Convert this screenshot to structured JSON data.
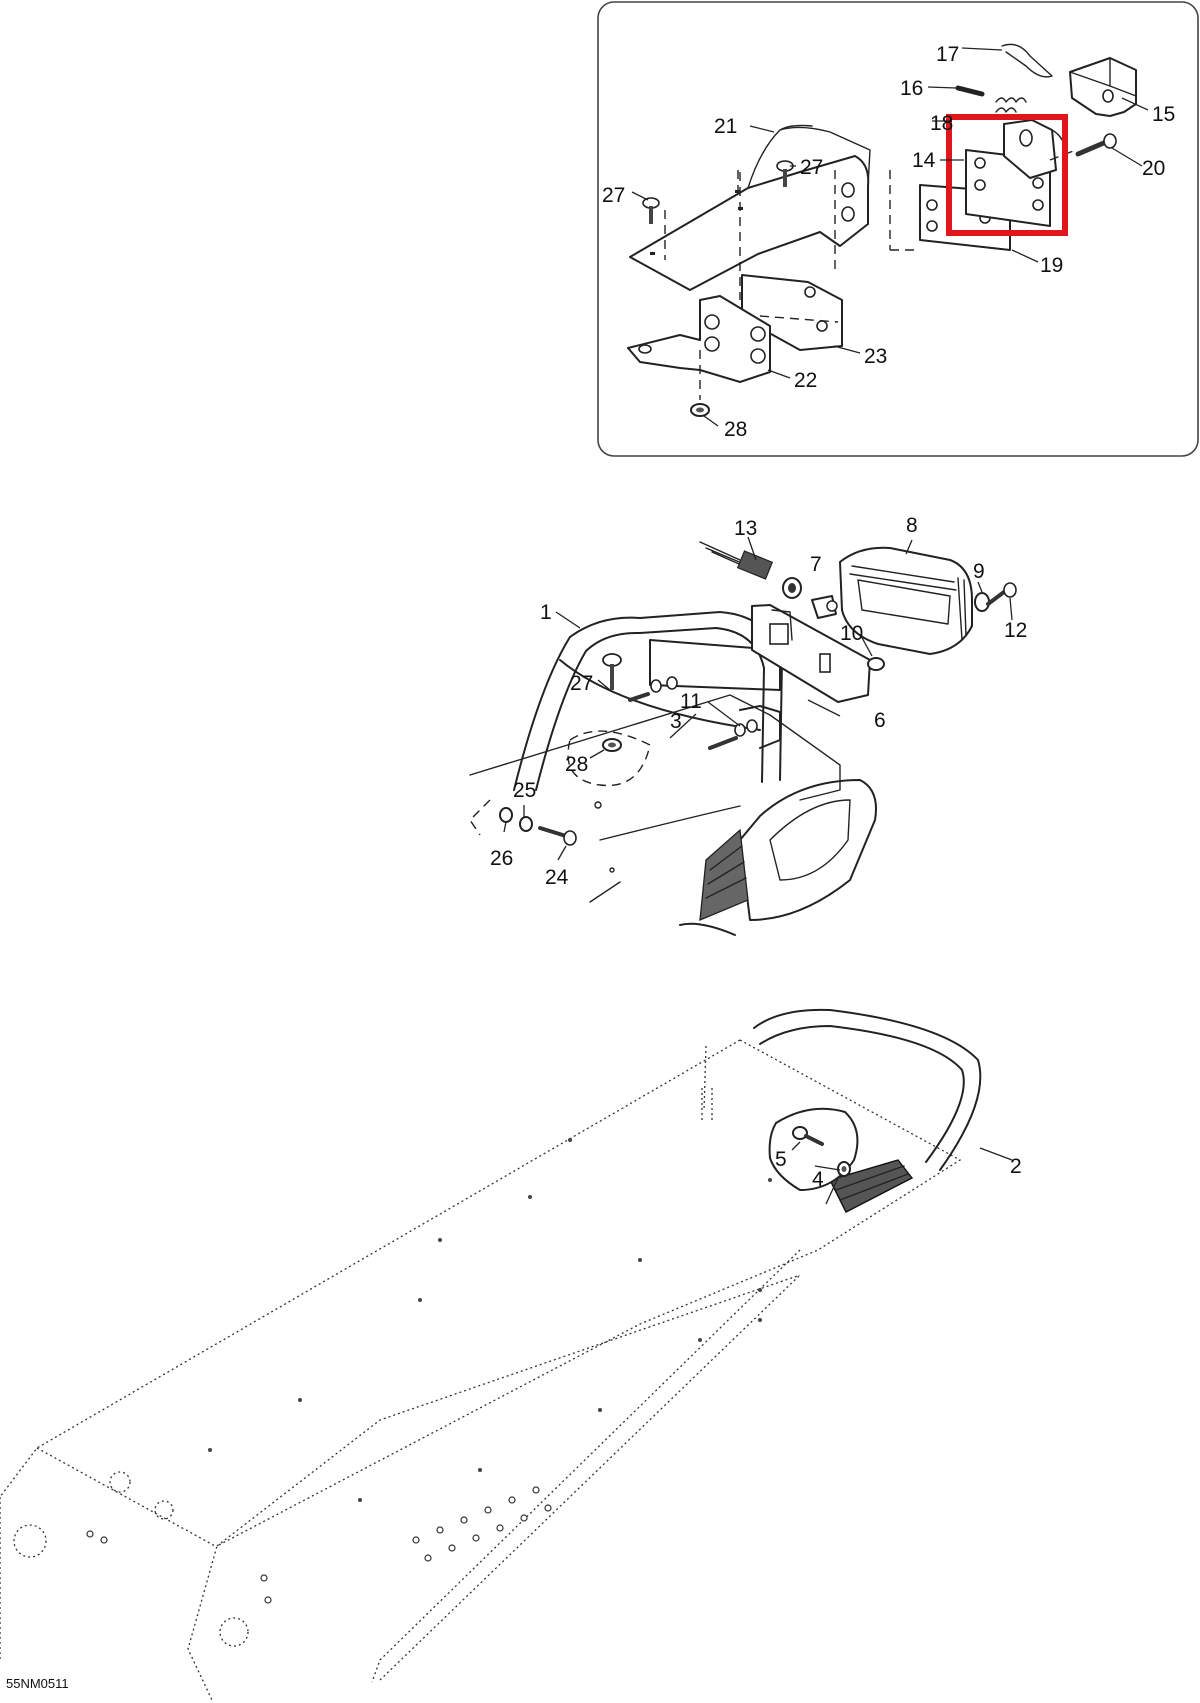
{
  "drawing_code": "55NM0511",
  "highlight_color": "#e0161b",
  "callouts": {
    "c1": "1",
    "c2": "2",
    "c3": "3",
    "c4": "4",
    "c5": "5",
    "c6": "6",
    "c7": "7",
    "c8": "8",
    "c9": "9",
    "c10": "10",
    "c11": "11",
    "c12": "12",
    "c13": "13",
    "c14": "14",
    "c15": "15",
    "c16": "16",
    "c17": "17",
    "c18": "18",
    "c19": "19",
    "c20": "20",
    "c21": "21",
    "c22": "22",
    "c23": "23",
    "c24": "24",
    "c25": "25",
    "c26": "26",
    "c27a": "27",
    "c27b": "27",
    "c27c": "27",
    "c28a": "28",
    "c28b": "28"
  }
}
